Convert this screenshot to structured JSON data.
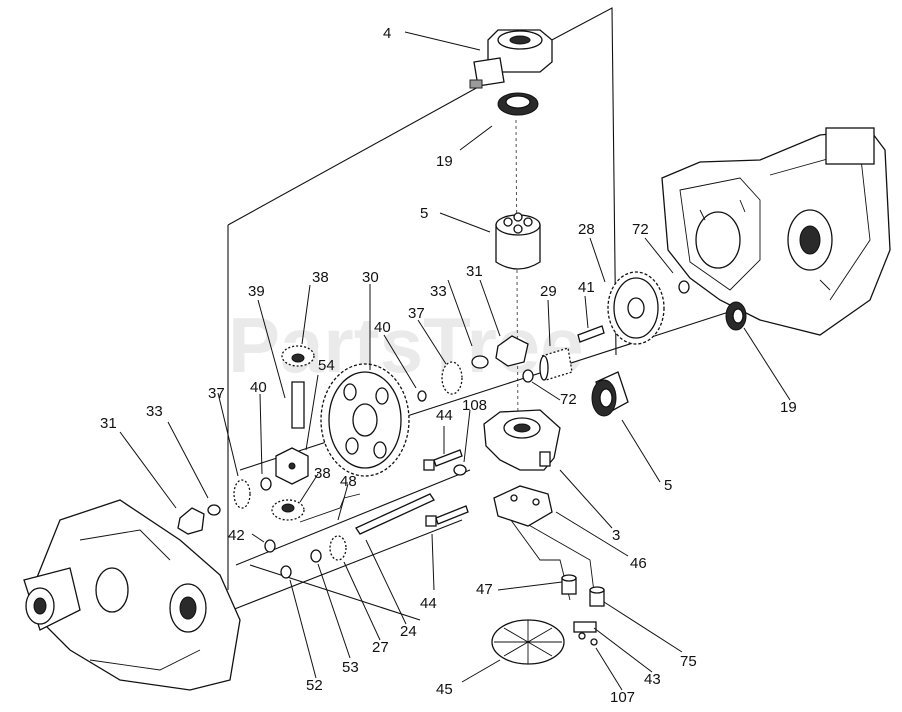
{
  "watermark": "PartsTree",
  "callouts": [
    {
      "id": "c-4",
      "text": "4"
    },
    {
      "id": "c-19a",
      "text": "19"
    },
    {
      "id": "c-5a",
      "text": "5"
    },
    {
      "id": "c-28",
      "text": "28"
    },
    {
      "id": "c-72a",
      "text": "72"
    },
    {
      "id": "c-38a",
      "text": "38"
    },
    {
      "id": "c-30",
      "text": "30"
    },
    {
      "id": "c-39",
      "text": "39"
    },
    {
      "id": "c-31a",
      "text": "31"
    },
    {
      "id": "c-33a",
      "text": "33"
    },
    {
      "id": "c-29",
      "text": "29"
    },
    {
      "id": "c-41",
      "text": "41"
    },
    {
      "id": "c-40a",
      "text": "40"
    },
    {
      "id": "c-37a",
      "text": "37"
    },
    {
      "id": "c-54",
      "text": "54"
    },
    {
      "id": "c-40b",
      "text": "40"
    },
    {
      "id": "c-37b",
      "text": "37"
    },
    {
      "id": "c-72b",
      "text": "72"
    },
    {
      "id": "c-19b",
      "text": "19"
    },
    {
      "id": "c-31b",
      "text": "31"
    },
    {
      "id": "c-33b",
      "text": "33"
    },
    {
      "id": "c-44a",
      "text": "44"
    },
    {
      "id": "c-108",
      "text": "108"
    },
    {
      "id": "c-38b",
      "text": "38"
    },
    {
      "id": "c-5b",
      "text": "5"
    },
    {
      "id": "c-48",
      "text": "48"
    },
    {
      "id": "c-3",
      "text": "3"
    },
    {
      "id": "c-42",
      "text": "42"
    },
    {
      "id": "c-46",
      "text": "46"
    },
    {
      "id": "c-44b",
      "text": "44"
    },
    {
      "id": "c-47",
      "text": "47"
    },
    {
      "id": "c-24",
      "text": "24"
    },
    {
      "id": "c-27",
      "text": "27"
    },
    {
      "id": "c-75",
      "text": "75"
    },
    {
      "id": "c-43",
      "text": "43"
    },
    {
      "id": "c-52",
      "text": "52"
    },
    {
      "id": "c-53",
      "text": "53"
    },
    {
      "id": "c-45",
      "text": "45"
    },
    {
      "id": "c-107",
      "text": "107"
    }
  ]
}
